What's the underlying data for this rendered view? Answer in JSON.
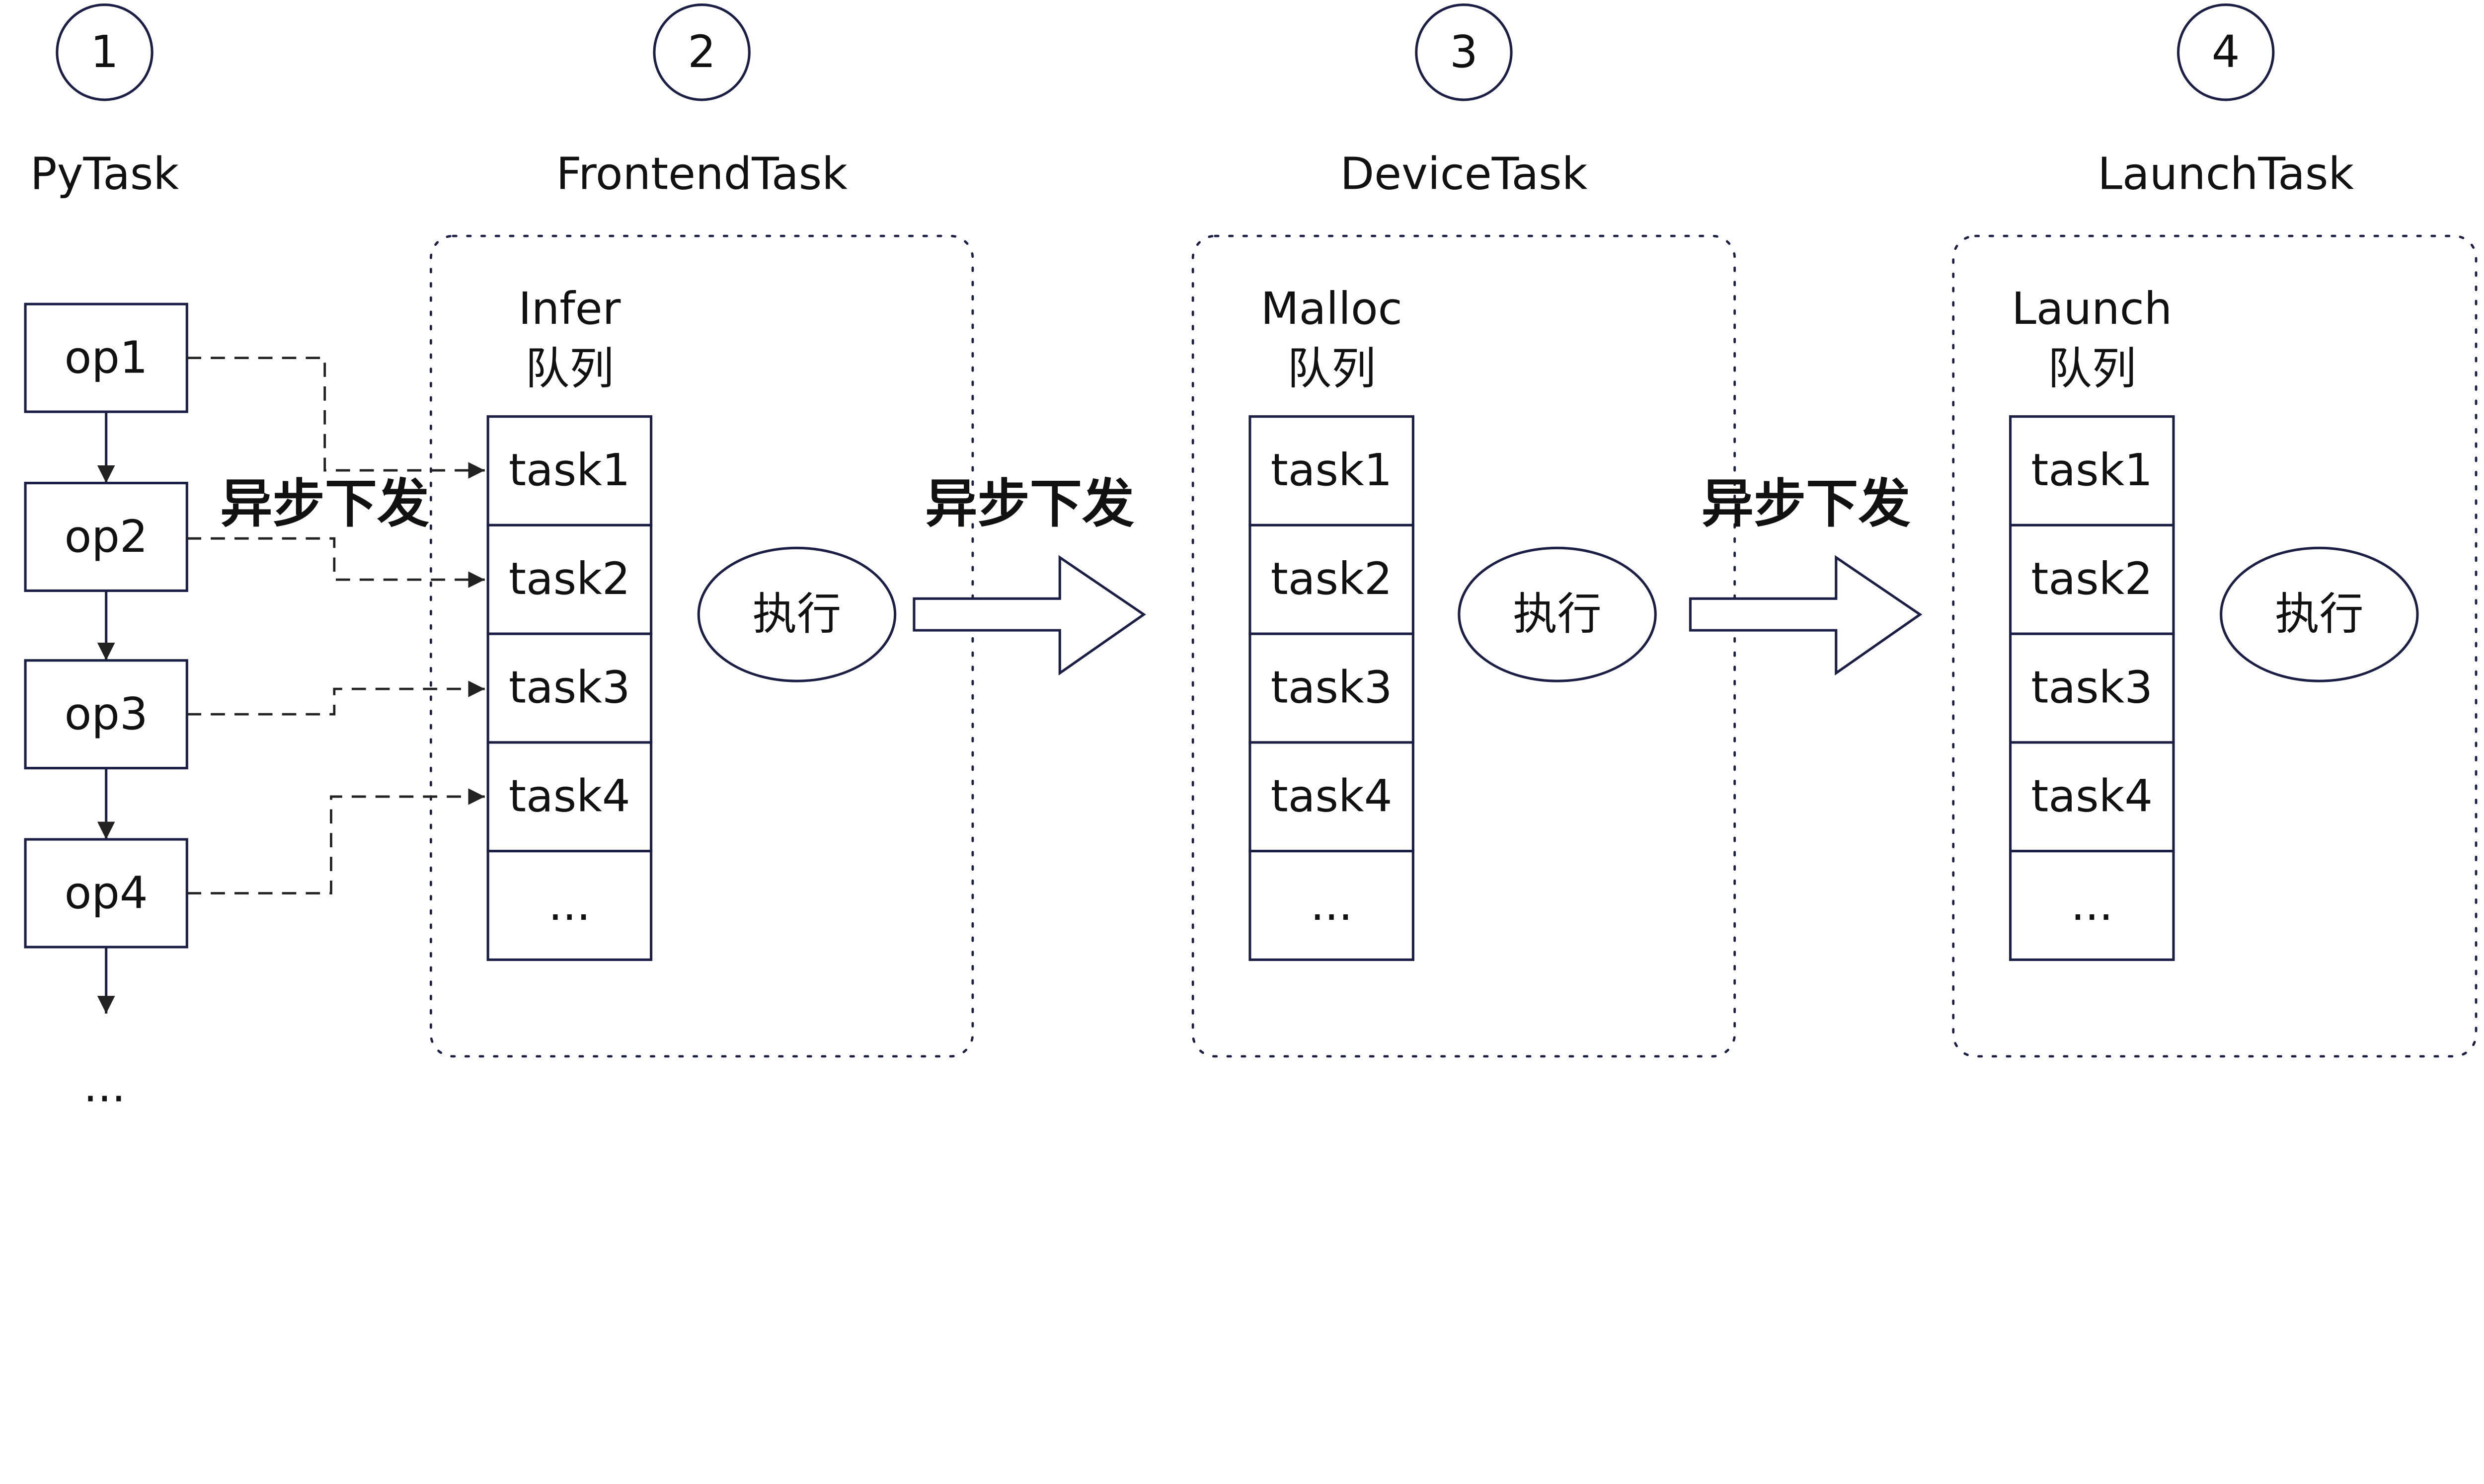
{
  "stages": [
    {
      "number": "1",
      "title": "PyTask"
    },
    {
      "number": "2",
      "title": "FrontendTask"
    },
    {
      "number": "3",
      "title": "DeviceTask"
    },
    {
      "number": "4",
      "title": "LaunchTask"
    }
  ],
  "ops": [
    "op1",
    "op2",
    "op3",
    "op4"
  ],
  "ops_more": "...",
  "queues": [
    {
      "name_line1": "Infer",
      "name_line2": "队列",
      "tasks": [
        "task1",
        "task2",
        "task3",
        "task4",
        "..."
      ],
      "execute": "执行"
    },
    {
      "name_line1": "Malloc",
      "name_line2": "队列",
      "tasks": [
        "task1",
        "task2",
        "task3",
        "task4",
        "..."
      ],
      "execute": "执行"
    },
    {
      "name_line1": "Launch",
      "name_line2": "队列",
      "tasks": [
        "task1",
        "task2",
        "task3",
        "task4",
        "..."
      ],
      "execute": "执行"
    }
  ],
  "async_labels": [
    "异步下发",
    "异步下发",
    "异步下发"
  ],
  "colors": {
    "stroke": "#1b1f45",
    "text": "#111111"
  }
}
